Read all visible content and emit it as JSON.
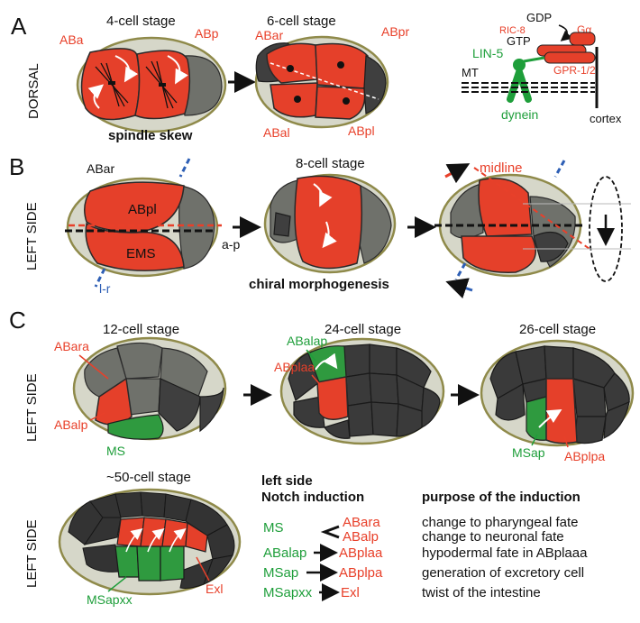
{
  "colors": {
    "red": "#e8402a",
    "green": "#1e9e3a",
    "blue": "#2e5fb5",
    "egg_fill": "#d6d7c9",
    "egg_stroke": "#8f8a4a",
    "dark_cell": "#3f3f3f"
  },
  "panelA": {
    "letter": "A",
    "side_label": "DORSAL",
    "stage1": "4-cell stage",
    "stage2": "6-cell stage",
    "cells1": [
      "ABa",
      "ABp"
    ],
    "cells2": [
      "ABar",
      "ABpr",
      "ABal",
      "ABpl"
    ],
    "caption": "spindle skew",
    "model": {
      "gdp": "GDP",
      "gtp": "GTP",
      "ric8": "RIC-8",
      "galpha": "Gα",
      "lin5": "LIN-5",
      "gpr": "GPR-1/2",
      "mt": "MT",
      "dynein": "dynein",
      "cortex": "cortex"
    }
  },
  "panelB": {
    "letter": "B",
    "side_label": "LEFT SIDE",
    "cells": [
      "ABar",
      "ABpl",
      "EMS"
    ],
    "axis_ap": "a-p",
    "axis_lr": "l-r",
    "stage": "8-cell stage",
    "caption": "chiral morphogenesis",
    "midline": "midline"
  },
  "panelC": {
    "letter": "C",
    "side_label_1": "LEFT SIDE",
    "side_label_2": "LEFT SIDE",
    "stage12": "12-cell stage",
    "stage24": "24-cell stage",
    "stage26": "26-cell stage",
    "stage50": "~50-cell stage",
    "labels12": [
      "ABara",
      "ABalp",
      "MS"
    ],
    "labels24": [
      "ABalap",
      "ABplaa"
    ],
    "labels26": [
      "MSap",
      "ABplpa"
    ],
    "labels50": [
      "MSapxx",
      "Exl"
    ],
    "table": {
      "heading1": "left side",
      "heading2": "Notch induction",
      "heading3": "purpose of the induction",
      "rows": [
        {
          "signal": "MS",
          "target": "ABara",
          "purpose": "change to pharyngeal fate"
        },
        {
          "signal": "",
          "target": "ABalp",
          "purpose": "change to neuronal fate"
        },
        {
          "signal": "ABalap",
          "target": "ABplaa",
          "purpose": "hypodermal fate in ABplaaa"
        },
        {
          "signal": "MSap",
          "target": "ABplpa",
          "purpose": "generation of excretory cell"
        },
        {
          "signal": "MSapxx",
          "target": "Exl",
          "purpose": "twist of the intestine"
        }
      ]
    }
  }
}
